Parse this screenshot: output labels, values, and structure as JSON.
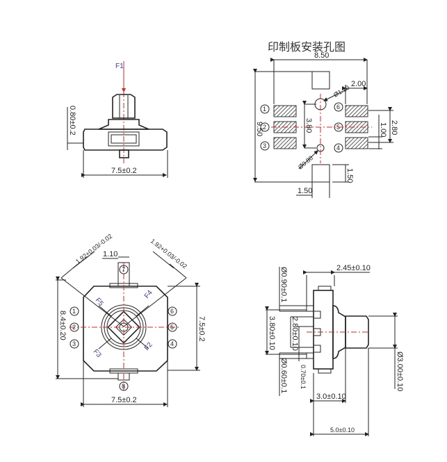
{
  "title": "印制板安装孔图",
  "front_view": {
    "force_label": "F1",
    "width_dim": "7.5±0.2",
    "height_dim": "0.80±0.2"
  },
  "pcb_layout": {
    "width_dim": "8.50",
    "height_dim": "9.50",
    "pad_spacing_dim": "3.80",
    "pad_offset_dim": "2.00",
    "pad_pitch_dim": "1.00",
    "pad_span_dim": "2.80",
    "square_h_dim": "1.50",
    "square_w_dim": "1.50",
    "hole_large_dim": "Ø1.10",
    "hole_small_dim": "Ø0.80",
    "pins_left": [
      "1",
      "2",
      "3"
    ],
    "pins_right": [
      "6",
      "5",
      "4"
    ]
  },
  "top_view": {
    "height_dim": "8.4±0.20",
    "right_dim": "7.5±0.2",
    "bottom_dim": "7.5±0.2",
    "tab_dim": "1.10",
    "angle_dim_left": "1.92+0.03/-0.02",
    "angle_dim_right": "1.92+0.03/-0.02",
    "forces": [
      "F2",
      "F3",
      "F4",
      "F5"
    ],
    "pins_left": [
      "1",
      "2",
      "3"
    ],
    "pins_right": [
      "6",
      "5",
      "4"
    ],
    "pin_top": "7",
    "pin_bottom": "8"
  },
  "side_view": {
    "dim_245": "2.45±0.10",
    "dim_pin_d1": "Ø0.90±0.1",
    "dim_380": "3.80±0.10",
    "dim_280": "2.80±0.10",
    "dim_070": "0.70±0.1",
    "dim_pin_d2": "Ø0.60±0.1",
    "dim_shaft": "Ø3.00±0.10",
    "dim_30": "3.0±0.10",
    "dim_50": "5.0±0.10"
  }
}
